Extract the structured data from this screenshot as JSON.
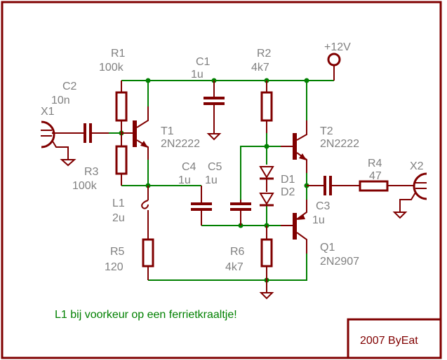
{
  "colors": {
    "wire": "#008000",
    "part": "#800000",
    "label": "#808080",
    "note": "#008000",
    "frame": "#800000"
  },
  "supply": {
    "label": "+12V"
  },
  "components": {
    "R1": {
      "name": "R1",
      "value": "100k"
    },
    "R2": {
      "name": "R2",
      "value": "4k7"
    },
    "R3": {
      "name": "R3",
      "value": "100k"
    },
    "R4": {
      "name": "R4",
      "value": "47"
    },
    "R5": {
      "name": "R5",
      "value": "120"
    },
    "R6": {
      "name": "R6",
      "value": "4k7"
    },
    "C1": {
      "name": "C1",
      "value": "1u"
    },
    "C2": {
      "name": "C2",
      "value": "10n"
    },
    "C3": {
      "name": "C3",
      "value": "1u"
    },
    "C4": {
      "name": "C4",
      "value": "1u"
    },
    "C5": {
      "name": "C5",
      "value": "1u"
    },
    "L1": {
      "name": "L1",
      "value": "2u"
    },
    "T1": {
      "name": "T1",
      "value": "2N2222"
    },
    "T2": {
      "name": "T2",
      "value": "2N2222"
    },
    "Q1": {
      "name": "Q1",
      "value": "2N2907"
    },
    "D1": {
      "name": "D1"
    },
    "D2": {
      "name": "D2"
    },
    "X1": {
      "name": "X1"
    },
    "X2": {
      "name": "X2"
    }
  },
  "note": "L1 bij voorkeur op een ferrietkraaltje!",
  "title_block": "2007 ByEat"
}
